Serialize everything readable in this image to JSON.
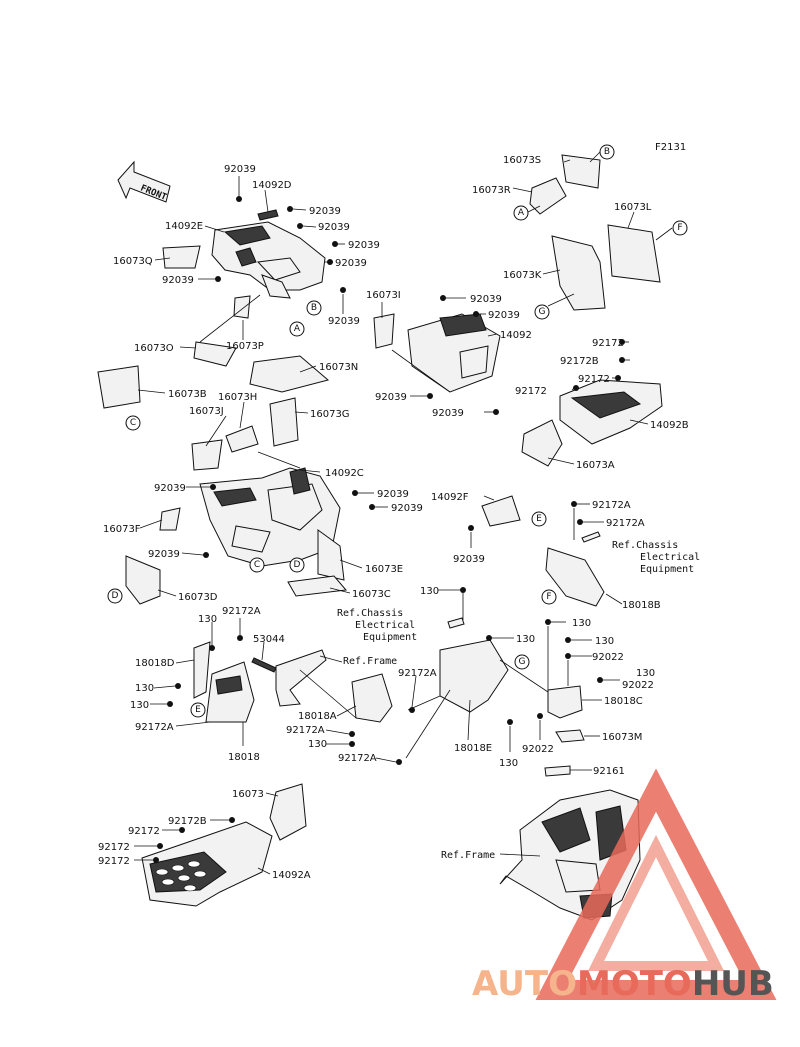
{
  "figure_code": "F2131",
  "front_label": "FRONT",
  "watermark": {
    "part1": "AUTO",
    "part2": "MOTO",
    "part3": "HUB",
    "color_light": "#f5b48c",
    "color_red": "#e86a5a",
    "color_dark": "#555555"
  },
  "labels": {
    "l_92039_a": "92039",
    "l_14092D": "14092D",
    "l_92039_b": "92039",
    "l_14092E": "14092E",
    "l_92039_c": "92039",
    "l_92039_d": "92039",
    "l_92039_e": "92039",
    "l_16073Q": "16073Q",
    "l_92039_f": "92039",
    "l_92039_g": "92039",
    "l_16073P": "16073P",
    "l_16073O": "16073O",
    "l_16073N": "16073N",
    "l_16073B": "16073B",
    "l_16073H": "16073H",
    "l_16073J": "16073J",
    "l_16073G": "16073G",
    "l_14092C": "14092C",
    "l_92039_h": "92039",
    "l_92039_i": "92039",
    "l_92039_j": "92039",
    "l_16073F": "16073F",
    "l_92039_k": "92039",
    "l_16073E": "16073E",
    "l_16073C": "16073C",
    "l_16073D": "16073D",
    "l_16073S": "16073S",
    "l_16073R": "16073R",
    "l_16073L": "16073L",
    "l_16073K": "16073K",
    "l_16073I": "16073I",
    "l_92039_l": "92039",
    "l_92039_m": "92039",
    "l_14092": "14092",
    "l_92039_n": "92039",
    "l_92039_o": "92039",
    "l_92172_a": "92172",
    "l_92172B_a": "92172B",
    "l_92172_b": "92172",
    "l_92172_c": "92172",
    "l_14092B": "14092B",
    "l_16073A": "16073A",
    "l_14092F": "14092F",
    "l_92039_p": "92039",
    "l_92172A_a": "92172A",
    "l_92172A_b": "92172A",
    "l_ref_chassis_1": "Ref.Chassis",
    "l_ref_chassis_2": "Electrical",
    "l_ref_chassis_3": "Equipment",
    "l_18018B": "18018B",
    "l_130_a": "130",
    "l_ref_chassis_b1": "Ref.Chassis",
    "l_ref_chassis_b2": "Electrical",
    "l_ref_chassis_b3": "Equipment",
    "l_130_b": "130",
    "l_130_c": "130",
    "l_130_d": "130",
    "l_92022_a": "92022",
    "l_130_e": "130",
    "l_92022_b": "92022",
    "l_18018C": "18018C",
    "l_92022_c": "92022",
    "l_16073M": "16073M",
    "l_130_f": "130",
    "l_92161": "92161",
    "l_130_g": "130",
    "l_92172A_c": "92172A",
    "l_53044": "53044",
    "l_18018D": "18018D",
    "l_130_h": "130",
    "l_130_i": "130",
    "l_ref_frame_a": "Ref.Frame",
    "l_92172A_d": "92172A",
    "l_18018A": "18018A",
    "l_92172A_e": "92172A",
    "l_130_j": "130",
    "l_92172A_f": "92172A",
    "l_18018E": "18018E",
    "l_92172A_g": "92172A",
    "l_18018": "18018",
    "l_16073": "16073",
    "l_92172B_b": "92172B",
    "l_92172_d": "92172",
    "l_92172_e": "92172",
    "l_92172_f": "92172",
    "l_14092A": "14092A",
    "l_ref_frame_b": "Ref.Frame"
  },
  "callouts": {
    "A": "A",
    "B": "B",
    "C": "C",
    "D": "D",
    "E": "E",
    "F": "F",
    "G": "G"
  }
}
